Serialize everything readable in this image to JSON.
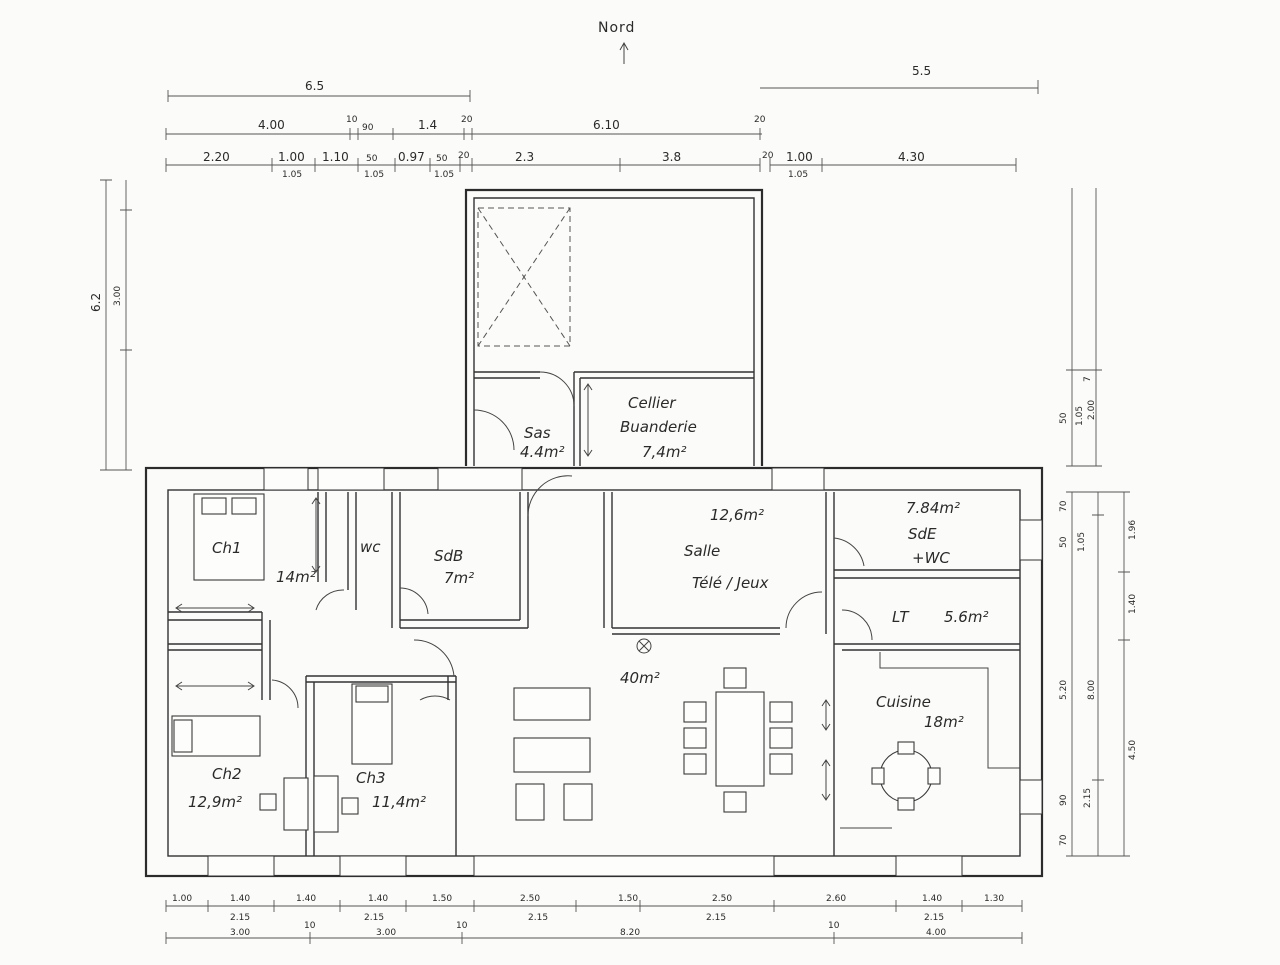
{
  "north_label": "Nord",
  "top_dims": {
    "overall_left": "6.5",
    "overall_right": "5.5",
    "mid": [
      "4.00",
      "10",
      "90",
      "1.4",
      "20",
      "6.10",
      "20"
    ],
    "low": [
      "2.20",
      "1.00",
      "1.10",
      "50",
      "0.97",
      "50",
      "20",
      "2.3",
      "3.8",
      "20",
      "1.00",
      "4.30"
    ],
    "sub": [
      "1.05",
      "1.05",
      "1.05",
      "1.05"
    ]
  },
  "left_dims": {
    "total": "6.2",
    "part": "3.00"
  },
  "right_dims": {
    "upper": [
      "7",
      "50",
      "1.05",
      "2.00"
    ],
    "side": [
      "70",
      "50",
      "1.05",
      "1.96",
      "1.40",
      "5.20",
      "8.00",
      "4.50",
      "90",
      "2.15",
      "70"
    ]
  },
  "bottom_dims": {
    "row1": [
      "1.00",
      "1.40",
      "1.40",
      "1.40",
      "1.50",
      "2.50",
      "1.50",
      "2.50",
      "2.60",
      "1.40",
      "1.30"
    ],
    "row2": [
      "2.15",
      "2.15",
      "2.15",
      "2.15",
      "2.15"
    ],
    "row3": [
      "3.00",
      "10",
      "3.00",
      "10",
      "8.20",
      "10",
      "4.00"
    ]
  },
  "rooms": {
    "ch1": {
      "name": "Ch1",
      "area": "14m²"
    },
    "wc": {
      "name": "wc"
    },
    "sdb": {
      "name": "SdB",
      "area": "7m²"
    },
    "sas": {
      "name": "Sas",
      "area": "4.4m²"
    },
    "cellier": {
      "name1": "Cellier",
      "name2": "Buanderie",
      "area": "7,4m²"
    },
    "salle": {
      "area": "12,6m²",
      "name1": "Salle",
      "name2": "Télé / Jeux"
    },
    "sde": {
      "area": "7.84m²",
      "name1": "SdE",
      "name2": "+WC"
    },
    "lt": {
      "name": "LT",
      "area": "5.6m²"
    },
    "cuisine": {
      "name": "Cuisine",
      "area": "18m²"
    },
    "sejour": {
      "area": "40m²"
    },
    "ch2": {
      "name": "Ch2",
      "area": "12,9m²"
    },
    "ch3": {
      "name": "Ch3",
      "area": "11,4m²"
    }
  }
}
